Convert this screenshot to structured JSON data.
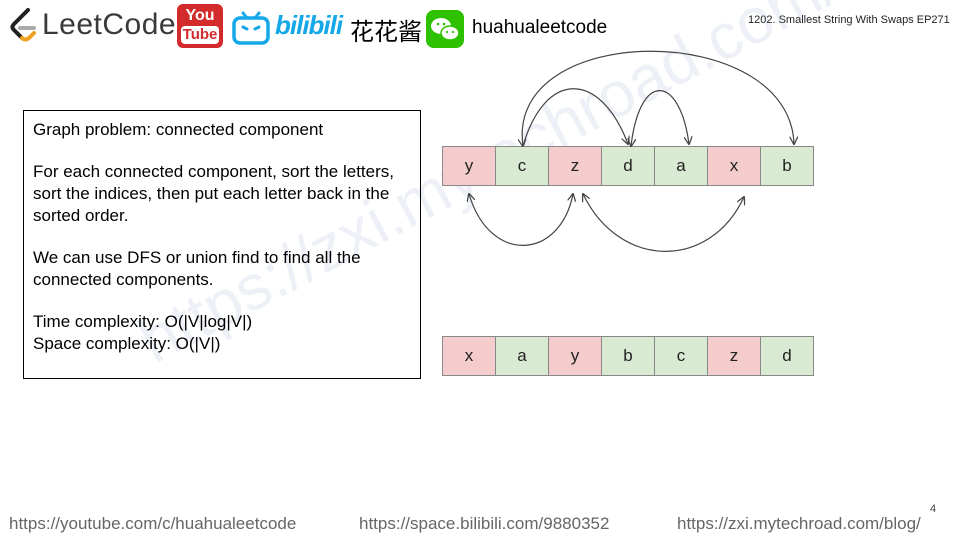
{
  "header": {
    "brand_name": "LeetCode",
    "youtube_top": "You",
    "youtube_bottom": "Tube",
    "bilibili_text": "bilibili",
    "author_cn": "花花酱",
    "wechat_label": "huahualeetcode",
    "episode_title": "1202. Smallest String With Swaps EP271"
  },
  "description": {
    "line1": "Graph problem: connected component",
    "line2": "For each connected component, sort the letters, sort the indices, then put each letter back in the sorted order.",
    "line3": "We can use DFS or union find to find all the connected components.",
    "line4": "Time complexity: O(|V|log|V|)",
    "line5": "Space complexity: O(|V|)"
  },
  "input_row": [
    {
      "letter": "y",
      "color": "#f4cccc"
    },
    {
      "letter": "c",
      "color": "#d9ead3"
    },
    {
      "letter": "z",
      "color": "#f4cccc"
    },
    {
      "letter": "d",
      "color": "#d9ead3"
    },
    {
      "letter": "a",
      "color": "#d9ead3"
    },
    {
      "letter": "x",
      "color": "#f4cccc"
    },
    {
      "letter": "b",
      "color": "#d9ead3"
    }
  ],
  "output_row": [
    {
      "letter": "x",
      "color": "#f4cccc"
    },
    {
      "letter": "a",
      "color": "#d9ead3"
    },
    {
      "letter": "y",
      "color": "#f4cccc"
    },
    {
      "letter": "b",
      "color": "#d9ead3"
    },
    {
      "letter": "c",
      "color": "#d9ead3"
    },
    {
      "letter": "z",
      "color": "#f4cccc"
    },
    {
      "letter": "d",
      "color": "#d9ead3"
    }
  ],
  "watermark": "https://zxi.mytechroad.com/blog/ 花花酱 LeetCode",
  "footer": {
    "youtube_url": "https://youtube.com/c/huahualeetcode",
    "bilibili_url": "https://space.bilibili.com/9880352",
    "blog_url": "https://zxi.mytechroad.com/blog/",
    "page_number": "4"
  },
  "colors": {
    "red_group": "#f4cccc",
    "green_group": "#d9ead3",
    "youtube_red": "#d32b2b",
    "bilibili_blue": "#14a8e8",
    "wechat_green": "#2dc100"
  }
}
